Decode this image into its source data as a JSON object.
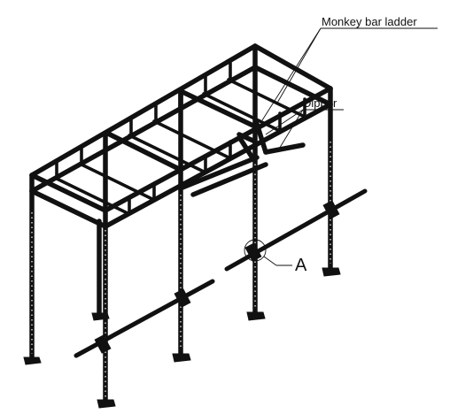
{
  "callouts": {
    "monkey_bar_ladder": "Monkey bar ladder",
    "dipper": "Dipper",
    "detail_a": "A"
  }
}
